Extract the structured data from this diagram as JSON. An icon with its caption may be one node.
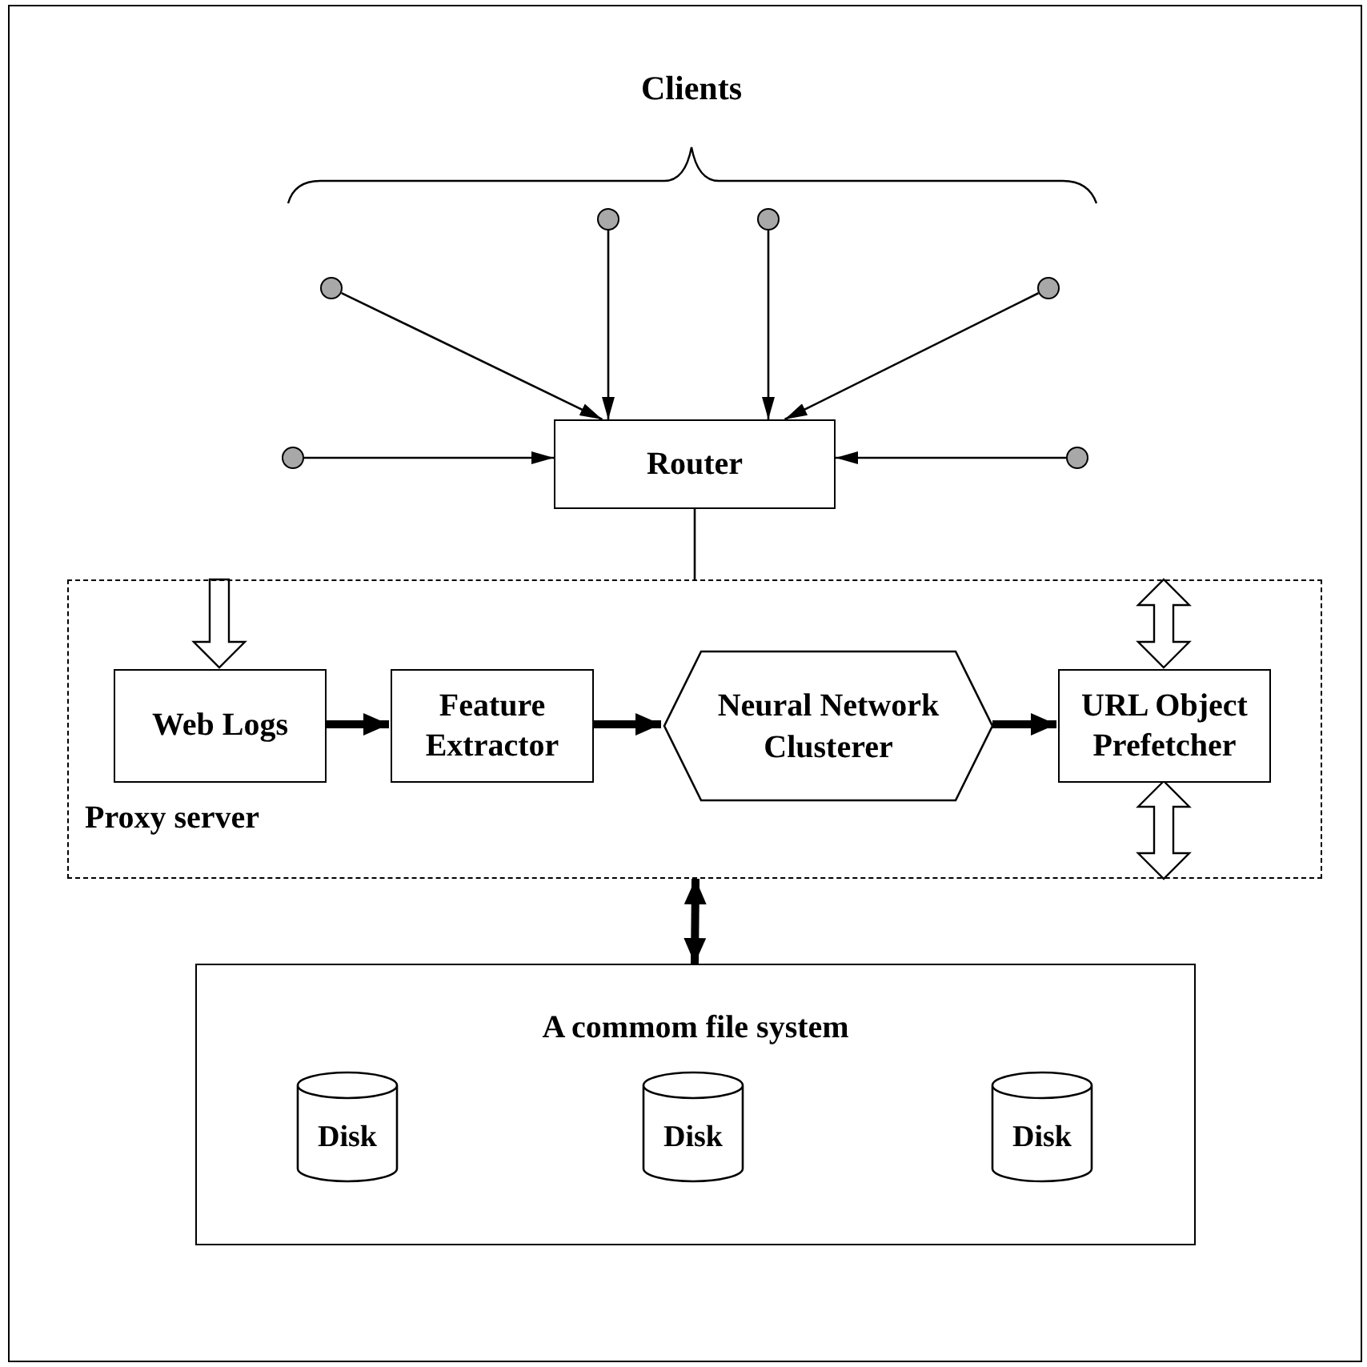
{
  "diagram": {
    "nodes": [
      {
        "text": [],
        "shape": "circle"
      },
      {
        "text": [],
        "shape": "circle"
      },
      {
        "text": [],
        "shape": "circle"
      },
      {
        "text": [],
        "shape": "circle"
      },
      {
        "text": [],
        "shape": "circle"
      },
      {
        "text": [],
        "shape": "circle"
      },
      {
        "text": [
          "Router"
        ]
      },
      {
        "text": [
          "Proxy server"
        ]
      },
      {
        "text": [
          "Web Logs"
        ],
        "in": 7
      },
      {
        "text": [
          "Feature Extractor"
        ],
        "in": 7
      },
      {
        "text": [
          "Neural Network Clusterer"
        ],
        "in": 7
      },
      {
        "text": [
          "URL Object Prefetcher"
        ],
        "in": 7
      },
      {
        "text": [
          "A commom file system"
        ]
      },
      {
        "text": [
          "Disk"
        ],
        "in": 12
      },
      {
        "text": [
          "Disk"
        ],
        "in": 12
      },
      {
        "text": [
          "Disk"
        ],
        "in": 12
      }
    ],
    "edges": [
      {
        "from": 0,
        "to": 6,
        "arrow": "to"
      },
      {
        "from": 1,
        "to": 6,
        "arrow": "to"
      },
      {
        "from": 2,
        "to": 6,
        "arrow": "to"
      },
      {
        "from": 3,
        "to": 6,
        "arrow": "to"
      },
      {
        "from": 4,
        "to": 6,
        "arrow": "to"
      },
      {
        "from": 5,
        "to": 6,
        "arrow": "to"
      },
      {
        "from": 6,
        "to": 7,
        "arrow": "none"
      },
      {
        "from": null,
        "to": 8,
        "arrow": "to"
      },
      {
        "from": 8,
        "to": 9,
        "arrow": "to",
        "style": "thick"
      },
      {
        "from": 9,
        "to": 10,
        "arrow": "to",
        "style": "thick"
      },
      {
        "from": 10,
        "to": 11,
        "arrow": "to",
        "style": "thick"
      },
      {
        "from": 11,
        "to": null,
        "arrow": "both"
      },
      {
        "from": 11,
        "to": null,
        "arrow": "both"
      },
      {
        "from": 7,
        "to": 12,
        "arrow": "both",
        "style": "thick"
      }
    ],
    "labels": [
      "Clients"
    ]
  }
}
